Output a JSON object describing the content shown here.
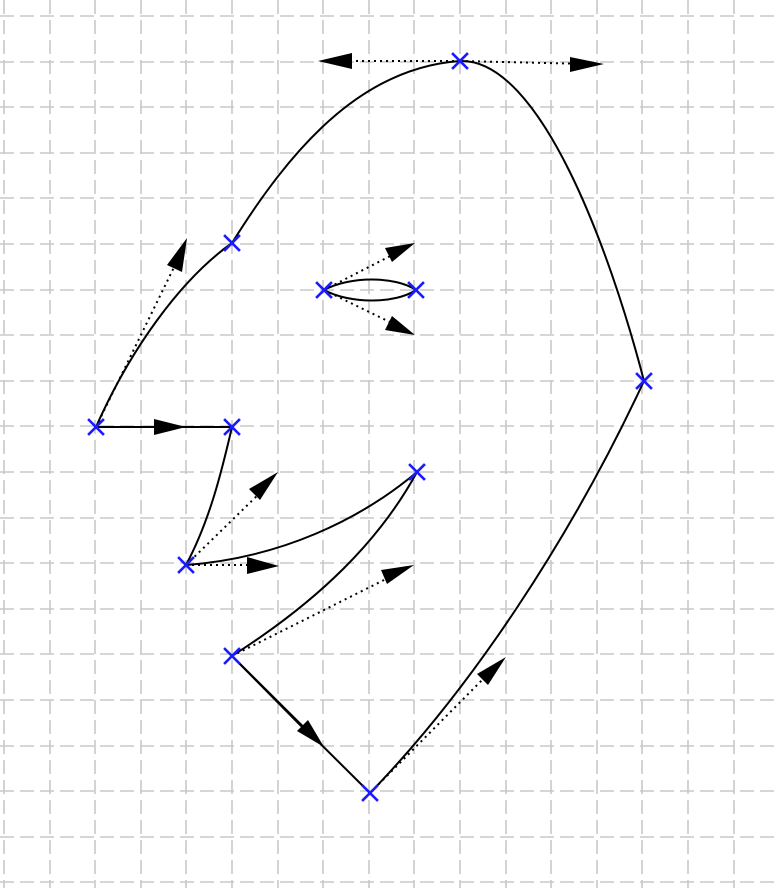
{
  "diagram": {
    "type": "bezier-path-with-control-tangents",
    "colors": {
      "background": "#ffffff",
      "grid": "#c8c8c8",
      "curve": "#000000",
      "tangent": "#000000",
      "node_marker": "#1a1aff"
    },
    "grid": {
      "style": "dashed"
    },
    "nodes": [
      {
        "id": "n1",
        "label": ""
      },
      {
        "id": "n2",
        "label": ""
      },
      {
        "id": "n3",
        "label": ""
      },
      {
        "id": "n4",
        "label": ""
      },
      {
        "id": "n5",
        "label": ""
      },
      {
        "id": "n6",
        "label": ""
      },
      {
        "id": "n7",
        "label": ""
      },
      {
        "id": "n8",
        "label": ""
      },
      {
        "id": "n9",
        "label": ""
      },
      {
        "id": "n10",
        "label": ""
      },
      {
        "id": "n11",
        "label": ""
      }
    ],
    "tangent_styles": [
      "dotted",
      "solid"
    ]
  }
}
